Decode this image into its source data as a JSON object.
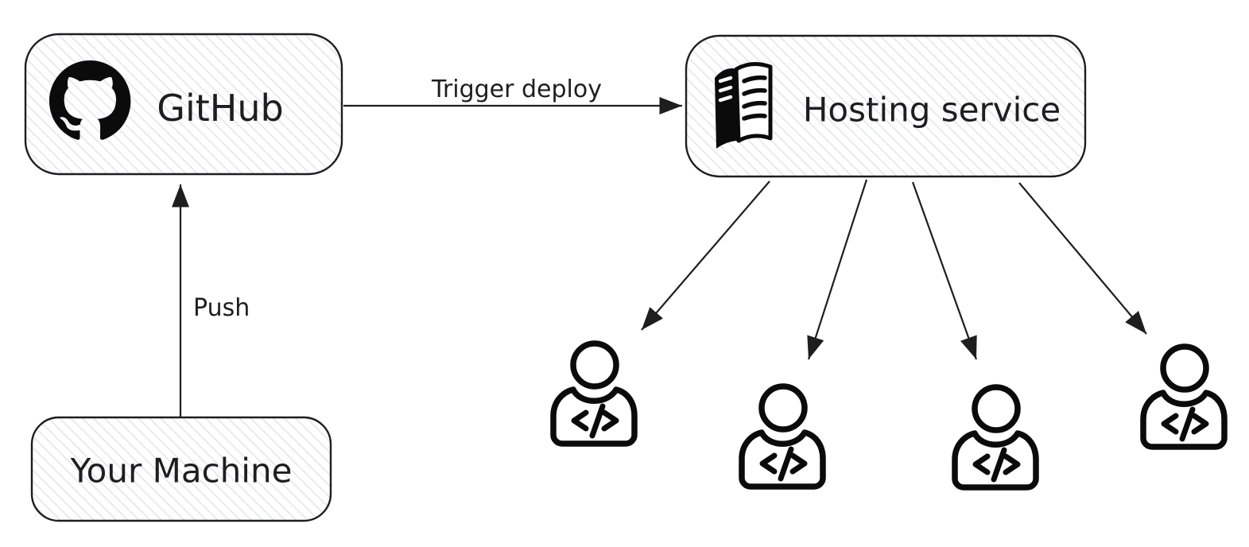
{
  "colors": {
    "stroke": "#1e1e1e",
    "label": "#1e1e1e",
    "icon": "#0b0b0b",
    "hatch": "#e1e2e9",
    "background": "#ffffff"
  },
  "nodes": {
    "github": {
      "label": "GitHub",
      "icon": "github-logo-icon"
    },
    "hosting_service": {
      "label": "Hosting service",
      "icon": "server-icon"
    },
    "your_machine": {
      "label": "Your Machine"
    }
  },
  "edges": {
    "push": {
      "label": "Push",
      "from": "your_machine",
      "to": "github"
    },
    "trigger_deploy": {
      "label": "Trigger deploy",
      "from": "github",
      "to": "hosting_service"
    },
    "deploy_fanout": {
      "label": "",
      "from": "hosting_service",
      "to": "developers",
      "count": 4
    }
  },
  "developers": {
    "count": 4,
    "icon": "developer-code-icon"
  }
}
